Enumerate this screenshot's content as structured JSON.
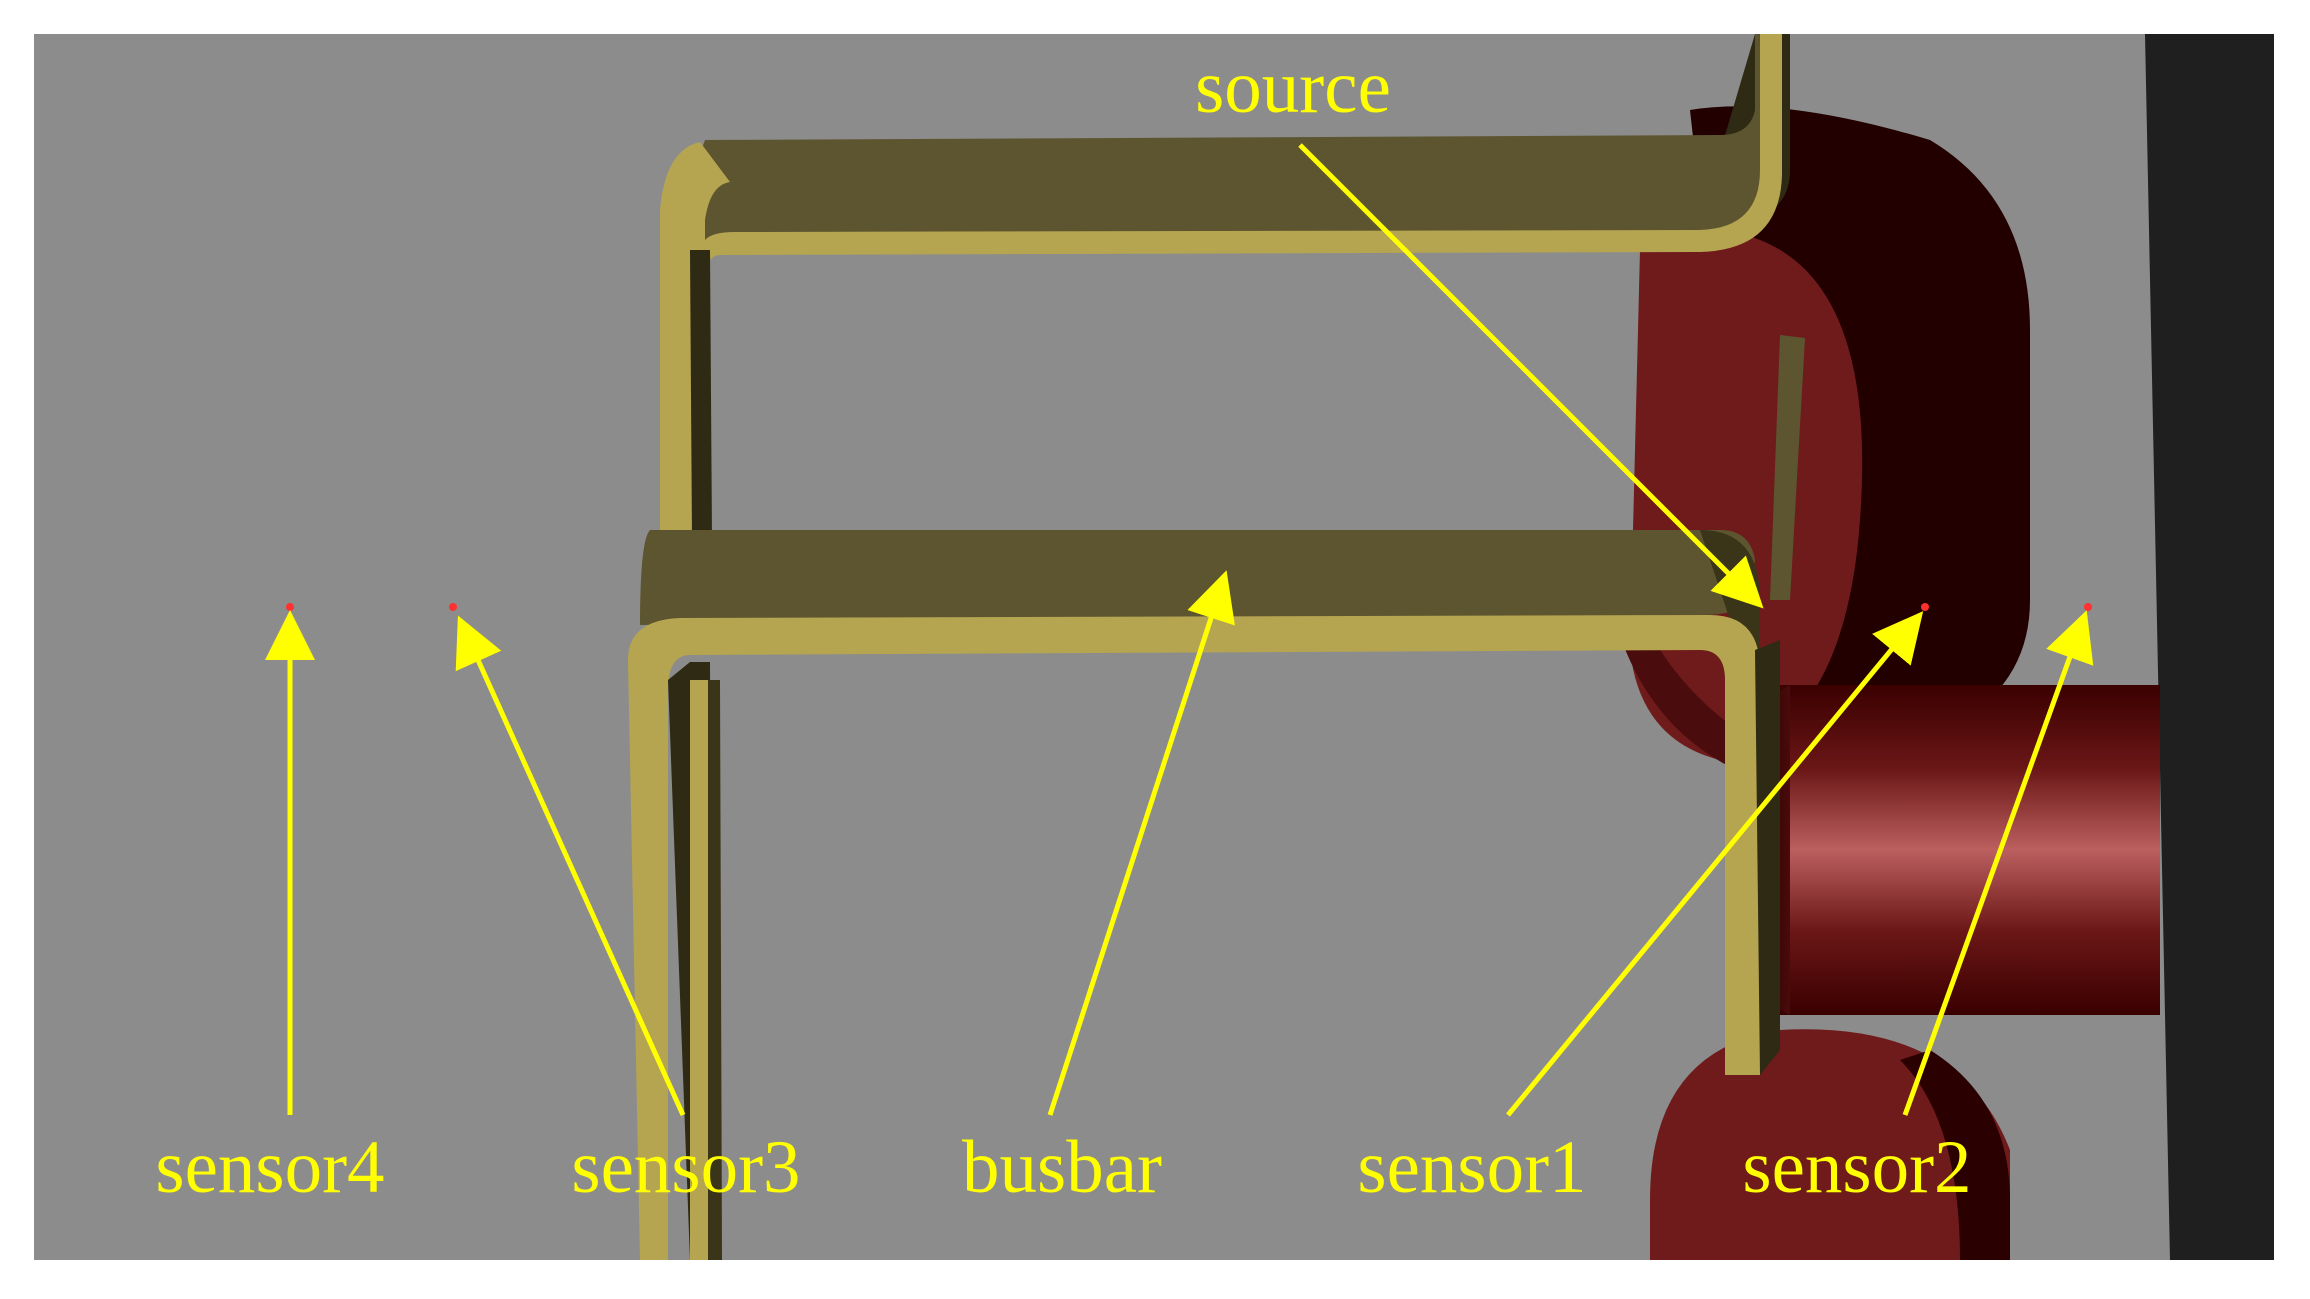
{
  "labels": {
    "source": "source",
    "busbar": "busbar",
    "sensor1": "sensor1",
    "sensor2": "sensor2",
    "sensor3": "sensor3",
    "sensor4": "sensor4"
  },
  "colors": {
    "background": "#8c8c8c",
    "busbar_top": "#5d5530",
    "busbar_edge": "#b5a551",
    "busbar_shadow": "#2e2a14",
    "core_red": "#6f1b1b",
    "core_dark": "#250000",
    "cylinder_highlight": "#b85c5c",
    "wall": "#1f1f1f",
    "label": "#ffff00",
    "sensor_point": "#ff3030"
  }
}
